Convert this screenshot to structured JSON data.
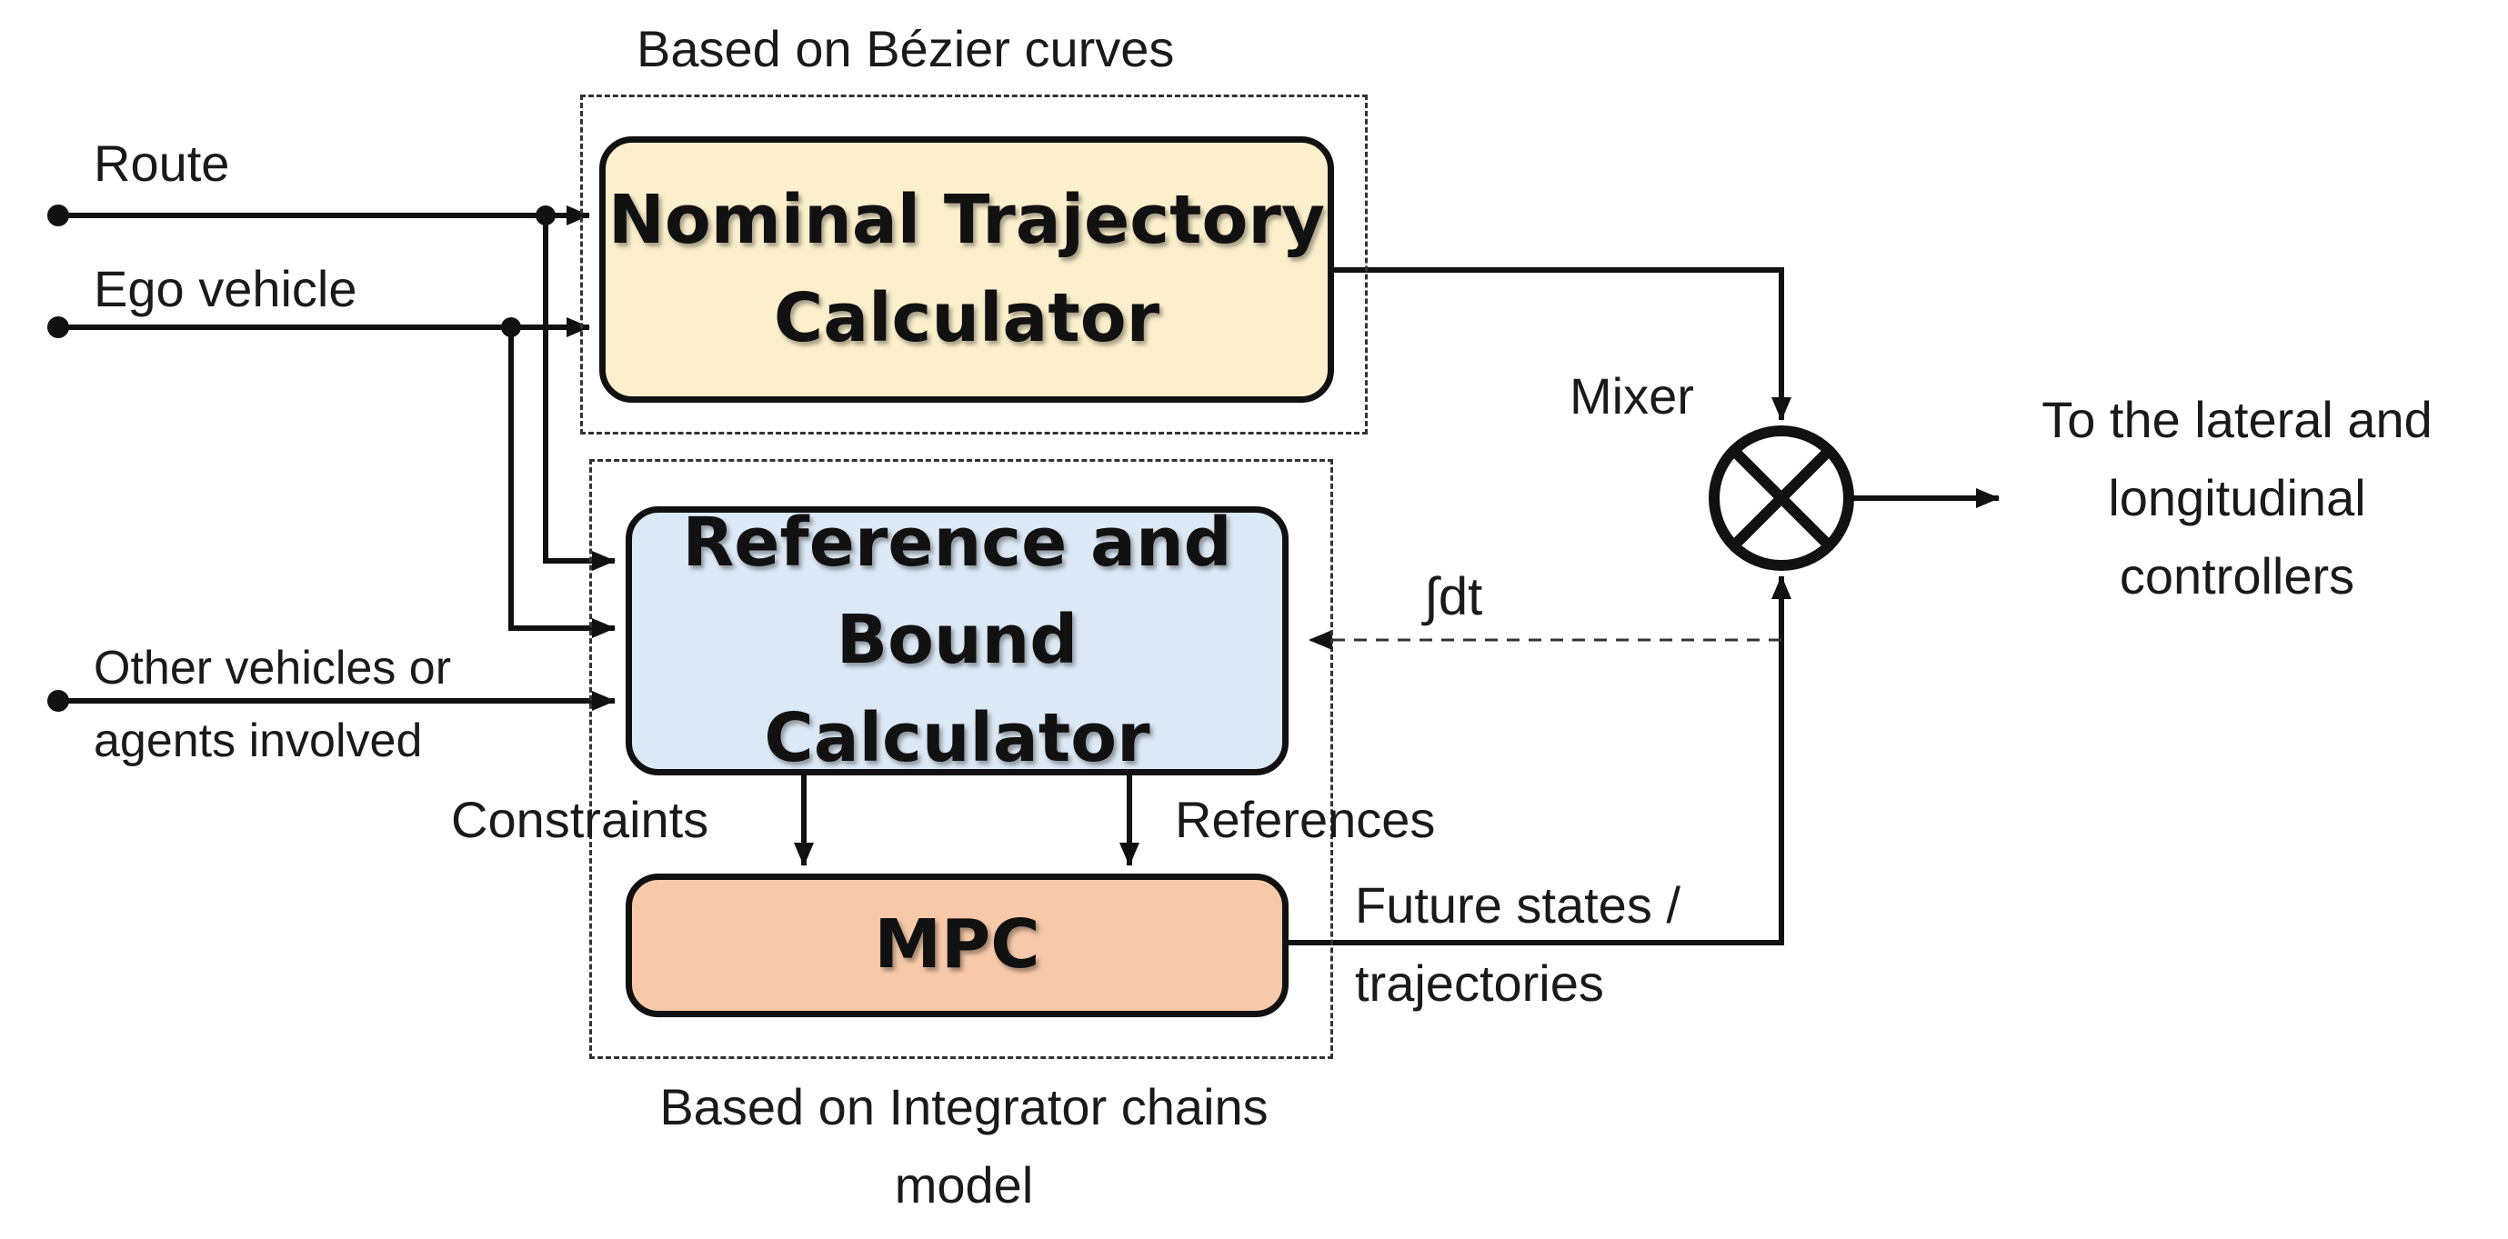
{
  "labels": {
    "bezier_group": "Based on Bézier curves",
    "integrator_group_line1": "Based on Integrator chains",
    "integrator_group_line2": "model",
    "route": "Route",
    "ego_vehicle": "Ego vehicle",
    "other_vehicles_line1": "Other vehicles or",
    "other_vehicles_line2": "agents involved",
    "mixer": "Mixer",
    "output_line1": "To the lateral and",
    "output_line2": "longitudinal",
    "output_line3": "controllers",
    "integral": "∫dt",
    "constraints": "Constraints",
    "references": "References",
    "future_line1": "Future states /",
    "future_line2": "trajectories"
  },
  "blocks": {
    "nominal": {
      "line1": "Nominal Trajectory",
      "line2": "Calculator",
      "fill": "#fcefcc"
    },
    "reference": {
      "line1": "Reference and",
      "line2": "Bound Calculator",
      "fill": "#dbe8f5"
    },
    "mpc": {
      "line1": "MPC",
      "fill": "#f8c9a9"
    }
  }
}
